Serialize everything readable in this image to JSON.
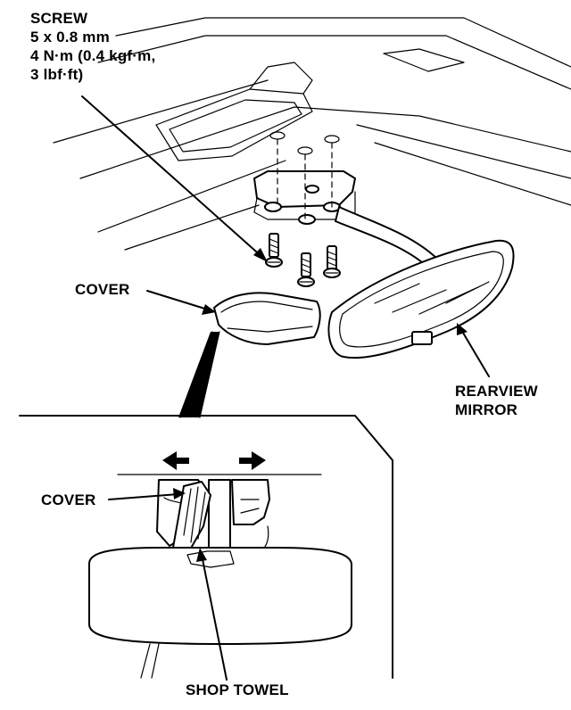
{
  "labels": {
    "screw": {
      "title": "SCREW",
      "size": "5 x 0.8 mm",
      "torque_line1": "4 N·m (0.4 kgf·m,",
      "torque_line2": "3 lbf·ft)"
    },
    "cover_top": "COVER",
    "rearview_mirror_line1": "REARVIEW",
    "rearview_mirror_line2": "MIRROR",
    "cover_detail": "COVER",
    "shop_towel": "SHOP TOWEL"
  }
}
